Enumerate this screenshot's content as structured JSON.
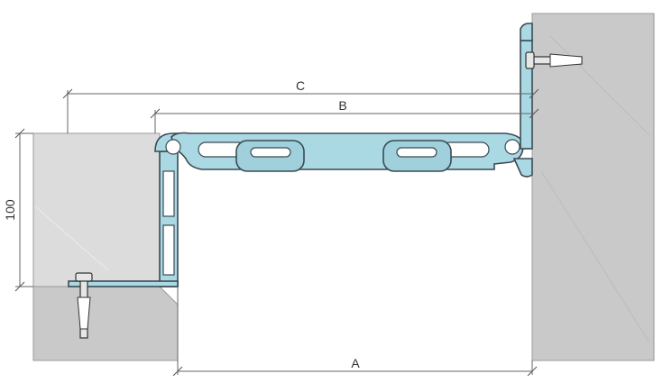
{
  "dimensions": {
    "a_label": "A",
    "b_label": "B",
    "c_label": "C",
    "height_label": "100"
  },
  "colors": {
    "profile": "#aad9e4",
    "profile_stroke": "#3a4a52",
    "concrete_light": "#dcdcdc",
    "concrete_dark": "#c9c9c9",
    "dimension_line": "#666666"
  },
  "icons": {
    "anchor": "expansion-anchor-bolt-icon"
  }
}
